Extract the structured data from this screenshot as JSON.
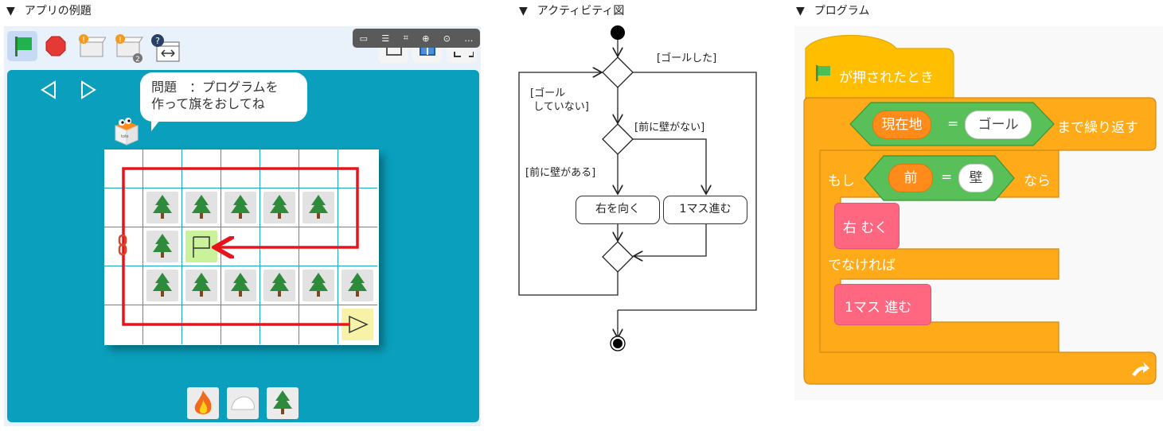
{
  "headings": {
    "app": "アプリの例題",
    "activity": "アクティビティ図",
    "program": "プログラム"
  },
  "app": {
    "toolbar": {
      "run": "run-flag-icon",
      "stop": "stop-icon",
      "level1_badge": "!",
      "level2_badge": "!",
      "level2_count": "2",
      "help_badge": "?",
      "overlay_tools": [
        "comment-icon",
        "layout-icon",
        "crop-icon",
        "zoom-icon",
        "download-icon",
        "more-icon"
      ],
      "more_label": "…"
    },
    "bubble": "問題　：プログラムを\n作って旗をおしてね",
    "character_label": "tole",
    "palette": [
      "fire",
      "rock",
      "tree"
    ],
    "path_color": "#e8141c",
    "stage_color": "#0aa0bd"
  },
  "activity": {
    "guard_goal": "[ゴールした]",
    "guard_not_goal": "[ゴール\n していない]",
    "guard_no_wall": "[前に壁がない]",
    "guard_wall": "[前に壁がある]",
    "action_turn": "右を向く",
    "action_move": "1マス進む"
  },
  "program": {
    "hat_label": "が押されたとき",
    "repeat_left": "現在地",
    "repeat_eq": "=",
    "repeat_right": "ゴール",
    "repeat_suffix": "まで繰り返す",
    "if_prefix": "もし",
    "if_left": "前",
    "if_eq": "=",
    "if_right": "壁",
    "if_suffix": "なら",
    "turn_block": "右 むく",
    "else_label": "でなければ",
    "move_block": "1マス 進む",
    "colors": {
      "control": "#ffab19",
      "operator": "#59c059",
      "variable": "#ff8c1a",
      "motion": "#ff6680"
    }
  }
}
